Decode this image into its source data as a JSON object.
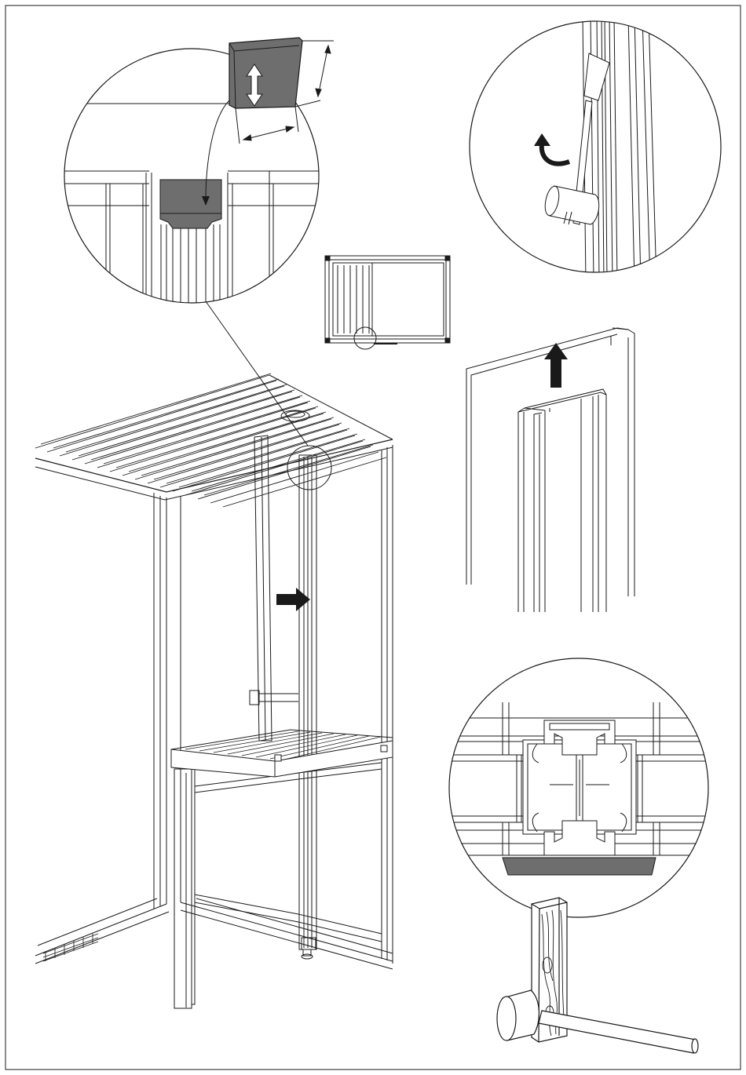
{
  "page": {
    "kind": "assembly-instruction-sheet",
    "has_text": false
  },
  "colors": {
    "ink": "#1a1a1a",
    "gray_fill": "#6e6e6e",
    "light_gray": "#9a9a9a",
    "paper": "#ffffff"
  },
  "panels": [
    {
      "name": "detail-ceiling-block",
      "icons": [
        "double-arrow-icon",
        "dimension-arrow-icon",
        "pointer-arrow-icon"
      ]
    },
    {
      "name": "detail-lever-tool",
      "icons": [
        "rotate-arrow-icon"
      ]
    },
    {
      "name": "plan-view-thumbnail",
      "icons": [
        "magnifier-circle-icon"
      ]
    },
    {
      "name": "main-cabin-scene",
      "icons": [
        "push-arrow-icon",
        "magnifier-circle-icon"
      ]
    },
    {
      "name": "profile-lift",
      "icons": [
        "up-arrow-icon"
      ]
    },
    {
      "name": "detail-profile-section",
      "icons": [
        "hammer-icon",
        "wood-block-icon"
      ]
    }
  ]
}
